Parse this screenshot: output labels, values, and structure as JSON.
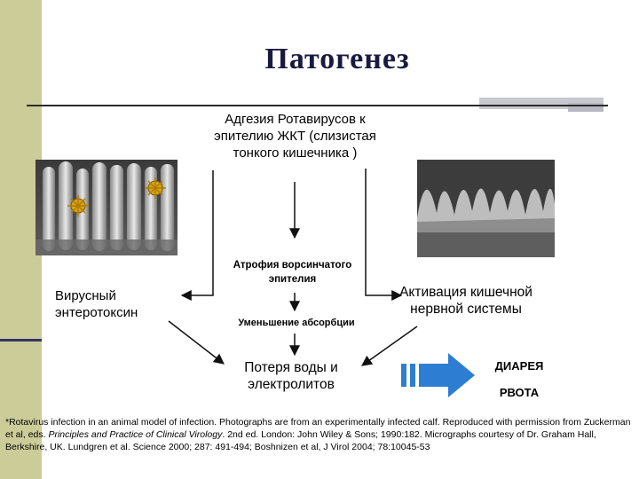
{
  "title": "Патогенез",
  "nodes": {
    "adhesion": "Адгезия Ротавирусов к эпителию ЖКТ (слизистая тонкого кишечника )",
    "atrophy": "Атрофия ворсинчатого эпителия",
    "absorption": "Уменьшение абсорбции",
    "toxin": "Вирусный энтеротоксин",
    "activation": "Активация кишечной нервной системы",
    "water_loss": "Потеря воды и электролитов",
    "diarrhea": "ДИАРЕЯ",
    "vomiting": "РВОТА"
  },
  "footnote": {
    "part1": "*Rotavirus infection in an animal model of infection. Photographs are from an experimentally infected calf. Reproduced with permission from Zuckerman et al, eds. ",
    "book": "Principles and Practice of Clinical Virology",
    "part2": ". 2nd ed. London: John Wiley & Sons; 1990:182. Micrographs courtesy of Dr. Graham Hall, Berkshire, UK. Lundgren et al. Science 2000; 287: 491-494; Boshnizen et al, J Virol 2004; 78:10045-53"
  },
  "colors": {
    "band": "#cccc99",
    "title": "#1a1a40",
    "arrow_fill": "#2d7dd2"
  },
  "icons": {
    "micrograph_left": "infected-villi-micrograph",
    "micrograph_right": "atrophied-villi-micrograph",
    "block_arrow": "block-arrow-right"
  }
}
